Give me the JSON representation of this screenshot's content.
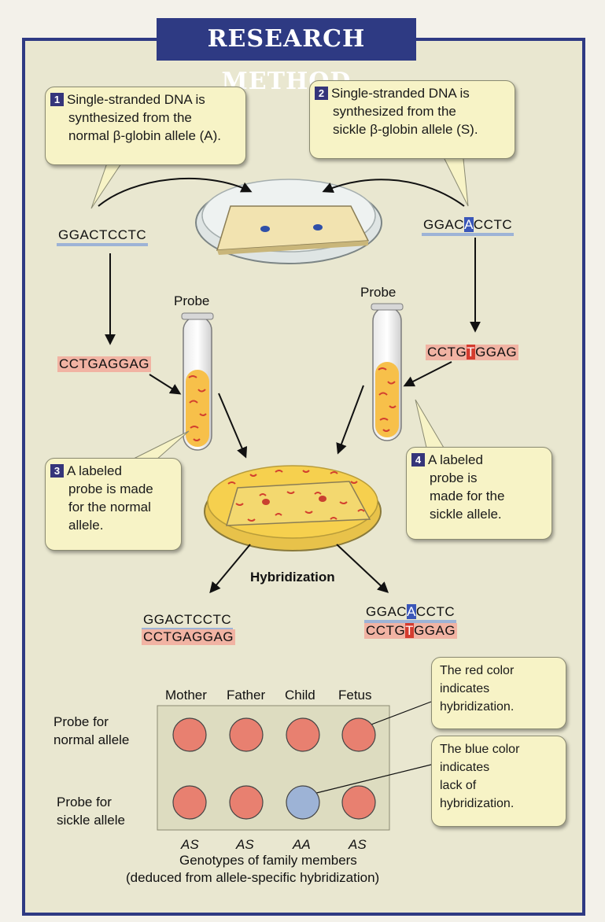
{
  "title": "RESEARCH METHOD",
  "step1": {
    "num": "1",
    "lines": [
      "Single-stranded DNA is",
      "synthesized from the",
      "normal β-globin allele (A)."
    ]
  },
  "step2": {
    "num": "2",
    "lines": [
      "Single-stranded DNA is",
      "synthesized from the",
      "sickle β-globin allele (S)."
    ]
  },
  "step3": {
    "num": "3",
    "lines": [
      "A labeled",
      "probe is made",
      "for the normal",
      "allele."
    ]
  },
  "step4": {
    "num": "4",
    "lines": [
      "A labeled",
      "probe is",
      "made for the",
      "sickle allele."
    ]
  },
  "sequences": {
    "normal_strand": "GGACTCCTC",
    "sickle_strand_a": "GGAC",
    "sickle_strand_b": "A",
    "sickle_strand_c": "CCTC",
    "normal_probe": "CCTGAGGAG",
    "sickle_probe_a": "CCTG",
    "sickle_probe_b": "T",
    "sickle_probe_c": "GGAG"
  },
  "probe_label_left": "Probe",
  "probe_label_right": "Probe",
  "hybridization_label": "Hybridization",
  "hybrid_left": {
    "top": "GGACTCCTC",
    "bottom": "CCTGAGGAG"
  },
  "hybrid_right": {
    "top_a": "GGAC",
    "top_b": "A",
    "top_c": "CCTC",
    "bottom_a": "CCTG",
    "bottom_b": "T",
    "bottom_c": "GGAG"
  },
  "red_note": [
    "The red color",
    "indicates",
    "hybridization."
  ],
  "blue_note": [
    "The blue color",
    "indicates",
    "lack of",
    "hybridization."
  ],
  "columns": [
    "Mother",
    "Father",
    "Child",
    "Fetus"
  ],
  "rows": [
    {
      "label": [
        "Probe for",
        "normal allele"
      ],
      "results": [
        "red",
        "red",
        "red",
        "red"
      ]
    },
    {
      "label": [
        "Probe for",
        "sickle allele"
      ],
      "results": [
        "red",
        "red",
        "blue",
        "red"
      ]
    }
  ],
  "genotypes": [
    "AS",
    "AS",
    "AA",
    "AS"
  ],
  "genotype_caption": [
    "Genotypes of family members",
    "(deduced from allele-specific hybridization)"
  ],
  "colors": {
    "frame": "#2e3a83",
    "panel": "#e9e7d0",
    "callout": "#f7f3c6",
    "hybrid_red": "#e88070",
    "no_hybrid_blue": "#9db3d6"
  }
}
